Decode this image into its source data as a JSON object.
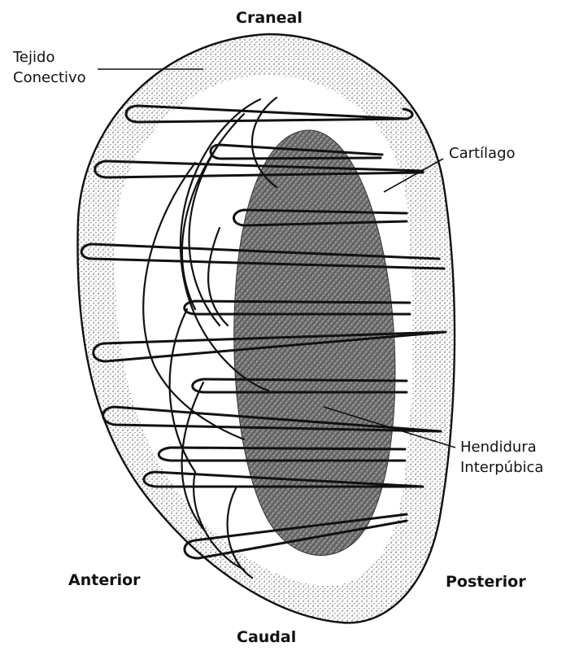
{
  "labels": {
    "cranial": "Craneal",
    "caudal": "Caudal",
    "anterior": "Anterior",
    "posterior": "Posterior",
    "connective_tissue": [
      "Tejido",
      "Conectivo"
    ],
    "cartilage": "Cartílago",
    "interpubic_cleft": [
      "Hendidura",
      "Interpúbica"
    ]
  },
  "colors": {
    "ink": "#111111",
    "cleft_fill": "#6f6f6f",
    "tissue_fill": "#ececec",
    "cartilage_fill": "#ffffff"
  }
}
